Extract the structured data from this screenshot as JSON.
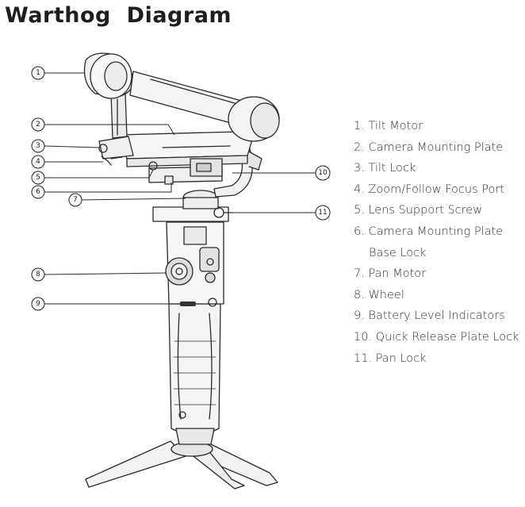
{
  "title": "Warthog  Diagram",
  "callouts": [
    "1",
    "2",
    "3",
    "4",
    "5",
    "6",
    "7",
    "8",
    "9",
    "10",
    "11"
  ],
  "legend": [
    "1. Tilt Motor",
    "2. Camera Mounting Plate",
    "3. Tilt Lock",
    "4. Zoom/Follow Focus Port",
    "5. Lens Support Screw",
    "6. Camera Mounting Plate",
    "Base Lock",
    "7. Pan Motor",
    "8. Wheel",
    "9. Battery Level Indicators",
    "10. Quick Release Plate Lock",
    "11. Pan Lock"
  ]
}
